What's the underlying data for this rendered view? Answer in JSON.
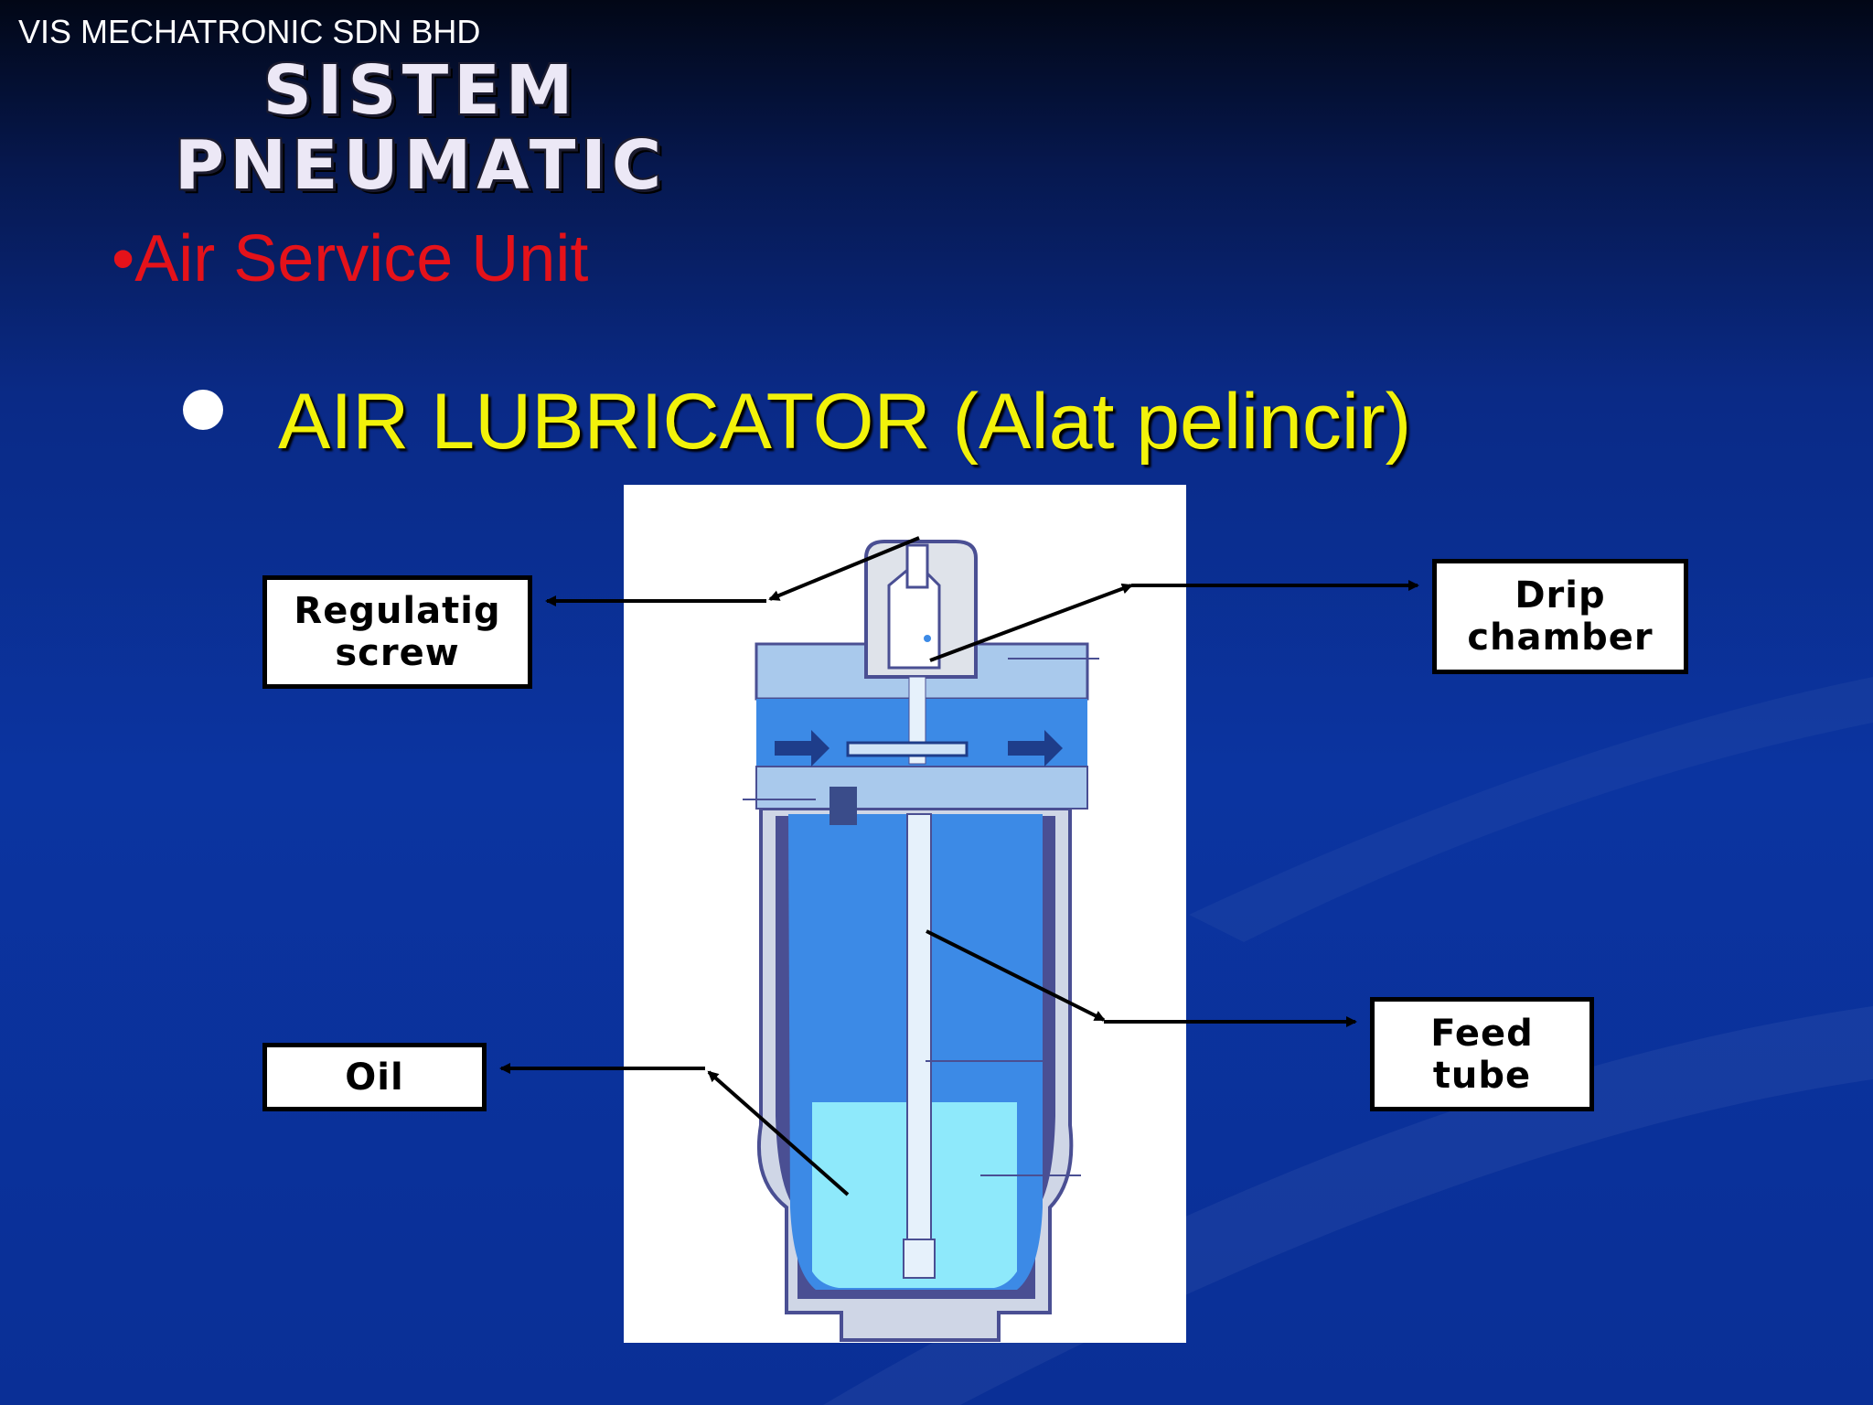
{
  "header": {
    "company": "VIS MECHATRONIC SDN BHD",
    "title_line1": "SISTEM",
    "title_line2": "PNEUMATIC",
    "subtitle": "•Air Service Unit"
  },
  "slide": {
    "heading": "AIR LUBRICATOR (Alat pelincir)"
  },
  "diagram": {
    "labels": {
      "regulating_screw_line1": "Regulatig",
      "regulating_screw_line2": "screw",
      "drip_chamber_line1": "Drip",
      "drip_chamber_line2": "chamber",
      "oil": "Oil",
      "feed_tube_line1": "Feed",
      "feed_tube_line2": "tube"
    },
    "colors": {
      "body_light": "#a9c9ec",
      "body_mid": "#3c8ae6",
      "bowl_outline": "#4a4f93",
      "oil": "#8ee9fb",
      "tube": "#e6f1fb"
    }
  }
}
